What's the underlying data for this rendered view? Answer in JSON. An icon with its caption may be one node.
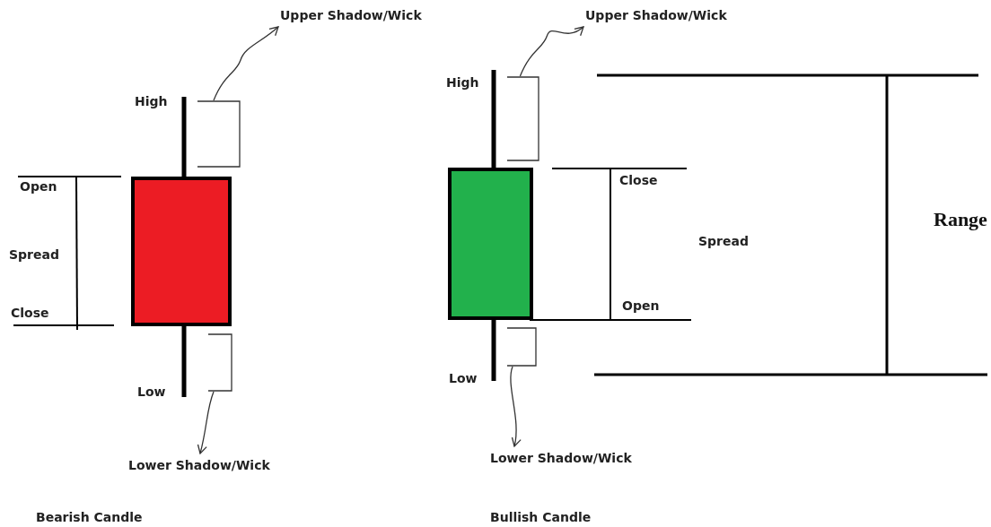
{
  "diagram": {
    "nodes": [
      {
        "text": [
          "Upper Shadow/Wick"
        ]
      },
      {
        "text": [],
        "shape": "bracket"
      },
      {
        "text": [
          "Lower Shadow/Wick"
        ]
      },
      {
        "text": [],
        "shape": "bracket"
      },
      {
        "text": [
          "Upper Shadow/Wick"
        ]
      },
      {
        "text": [],
        "shape": "bracket"
      },
      {
        "text": [
          "Lower Shadow/Wick"
        ]
      },
      {
        "text": [],
        "shape": "bracket"
      }
    ],
    "edges": [
      {
        "from": 1,
        "to": 0,
        "arrow": "to"
      },
      {
        "from": 3,
        "to": 2,
        "arrow": "to"
      },
      {
        "from": 5,
        "to": 4,
        "arrow": "to"
      },
      {
        "from": 7,
        "to": 6,
        "arrow": "to"
      }
    ],
    "labels": [
      "High",
      "Open",
      "Spread",
      "Close",
      "Low",
      "Bearish Candle",
      "High",
      "Close",
      "Spread",
      "Open",
      "Low",
      "Range",
      "Bullish Candle"
    ]
  }
}
